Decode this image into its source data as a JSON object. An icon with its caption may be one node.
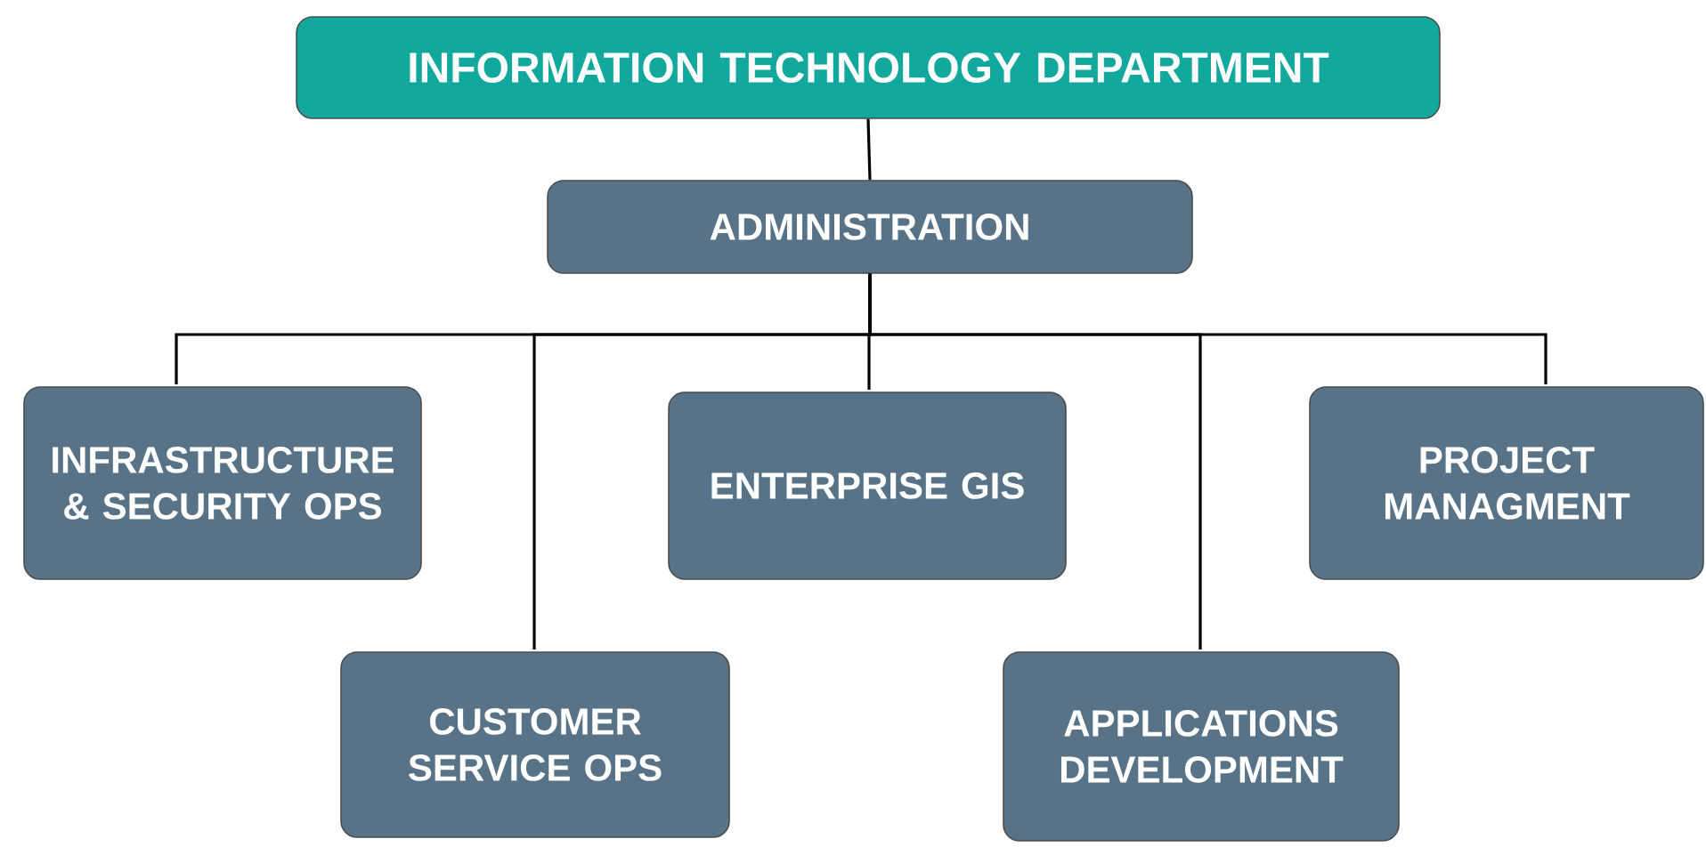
{
  "diagram": {
    "nodes": [
      {
        "text": [
          "INFORMATION TECHNOLOGY DEPARTMENT"
        ]
      },
      {
        "text": [
          "ADMINISTRATION"
        ]
      },
      {
        "text": [
          "INFRASTRUCTURE & SECURITY OPS"
        ]
      },
      {
        "text": [
          "ENTERPRISE GIS"
        ]
      },
      {
        "text": [
          "PROJECT MANAGMENT"
        ]
      },
      {
        "text": [
          "CUSTOMER SERVICE OPS"
        ]
      },
      {
        "text": [
          "APPLICATIONS DEVELOPMENT"
        ]
      }
    ],
    "edges": [
      {
        "from": 0,
        "to": 1,
        "arrow": "none"
      },
      {
        "from": 1,
        "to": 2,
        "arrow": "none"
      },
      {
        "from": 1,
        "to": 3,
        "arrow": "none"
      },
      {
        "from": 1,
        "to": 4,
        "arrow": "none"
      },
      {
        "from": 1,
        "to": 5,
        "arrow": "none"
      },
      {
        "from": 1,
        "to": 6,
        "arrow": "none"
      }
    ]
  }
}
